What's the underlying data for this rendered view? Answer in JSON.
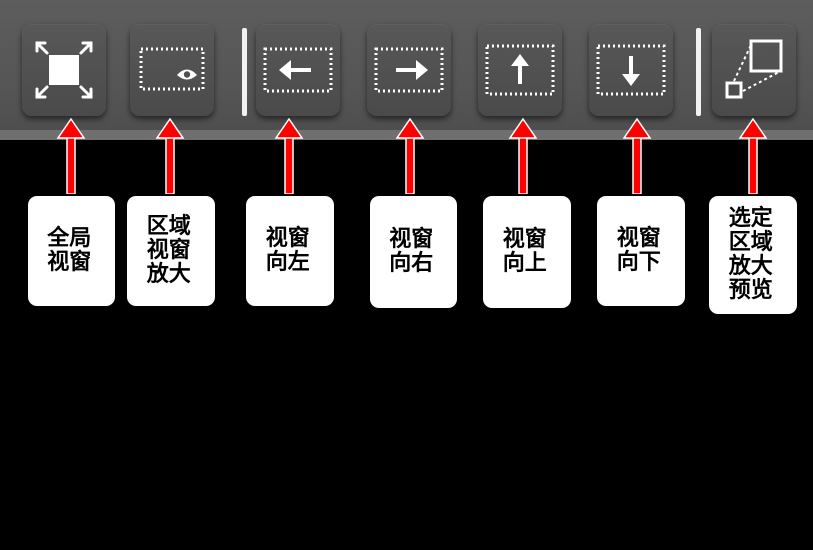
{
  "toolbar": {
    "buttons": [
      {
        "id": "full-view",
        "icon": "fullscreen-icon"
      },
      {
        "id": "zoom-region",
        "icon": "zoom-region-eye-icon"
      },
      {
        "id": "move-left",
        "icon": "arrow-left-icon"
      },
      {
        "id": "move-right",
        "icon": "arrow-right-icon"
      },
      {
        "id": "move-up",
        "icon": "arrow-up-icon"
      },
      {
        "id": "move-down",
        "icon": "arrow-down-icon"
      },
      {
        "id": "region-preview",
        "icon": "region-preview-icon"
      }
    ]
  },
  "annotations": {
    "full_view": "全局视窗",
    "zoom_region": "区域视窗放大",
    "move_left": "视窗向左",
    "move_right": "视窗向右",
    "move_up": "视窗向上",
    "move_down": "视窗向下",
    "region_preview": "选定区域放大预览"
  },
  "colors": {
    "toolbar_bg": "#555555",
    "button_bg": "#4f4f4f",
    "icon": "#ffffff",
    "arrow": "#ff0000",
    "label_bg": "#ffffff",
    "canvas_bg": "#000000"
  }
}
